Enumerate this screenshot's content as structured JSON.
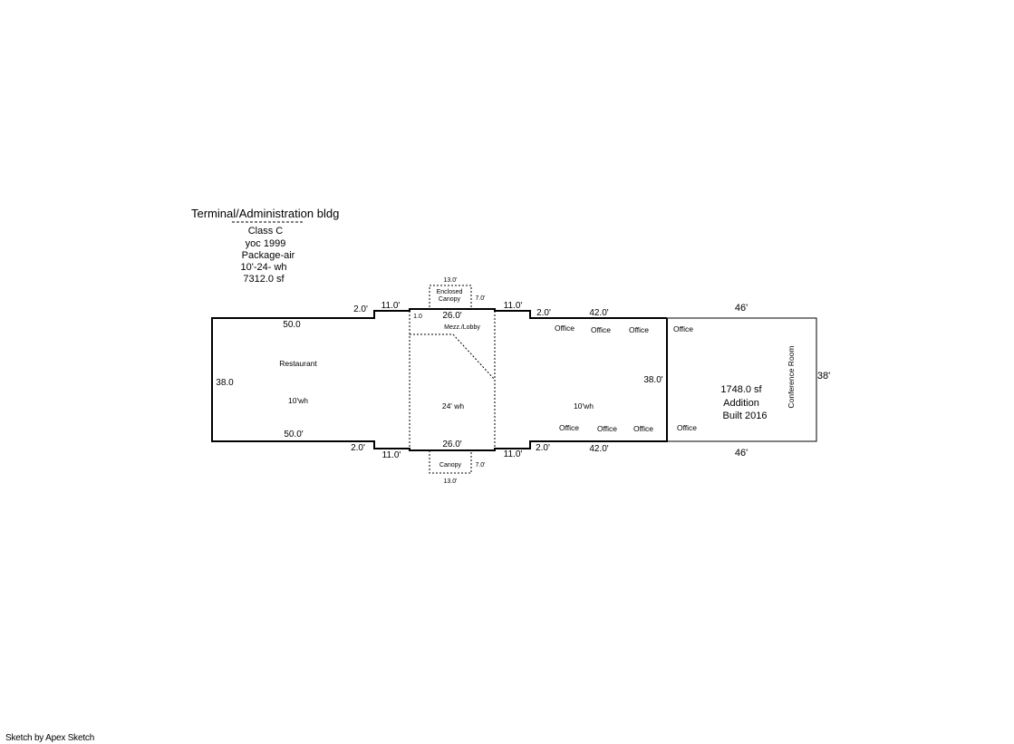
{
  "header": {
    "title": "Terminal/Administration bldg",
    "lines": [
      "Class C",
      "yoc 1999",
      "Package-air",
      "10'-24- wh",
      "7312.0 sf"
    ]
  },
  "dimensions": {
    "restaurant_top": "50.0",
    "restaurant_bottom": "50.0'",
    "restaurant_left": "38.0",
    "step_top_left": "2.0'",
    "step_bottom_left": "2.0'",
    "link_top_left": "11.0'",
    "link_bottom_left": "11.0'",
    "lobby_top": "26.0'",
    "lobby_bottom": "26.0'",
    "link_top_right": "11.0'",
    "link_bottom_right": "11.0'",
    "step_top_right": "2.0'",
    "step_bottom_right": "2.0'",
    "office_top": "42.0'",
    "office_bottom": "42.0'",
    "office_right": "38.0'",
    "addition_top": "46'",
    "addition_bottom": "46'",
    "addition_right": "38'",
    "canopy_top_width": "13.0'",
    "canopy_top_depth": "7.0'",
    "canopy_bottom_width": "13.0'",
    "canopy_bottom_depth": "7.0'",
    "mezz_small": "1.0"
  },
  "labels": {
    "restaurant": "Restaurant",
    "restaurant_wh": "10'wh",
    "lobby_wh": "24' wh",
    "mezz": "Mezz./Lobby",
    "enclosed_canopy_1": "Enclosed",
    "enclosed_canopy_2": "Canopy",
    "canopy": "Canopy",
    "office_wh": "10'wh",
    "office": "Office",
    "conference": "Conference Room",
    "addition_sf": "1748.0 sf",
    "addition": "Addition",
    "built": "Built 2016"
  },
  "footer": "Sketch by Apex Sketch"
}
